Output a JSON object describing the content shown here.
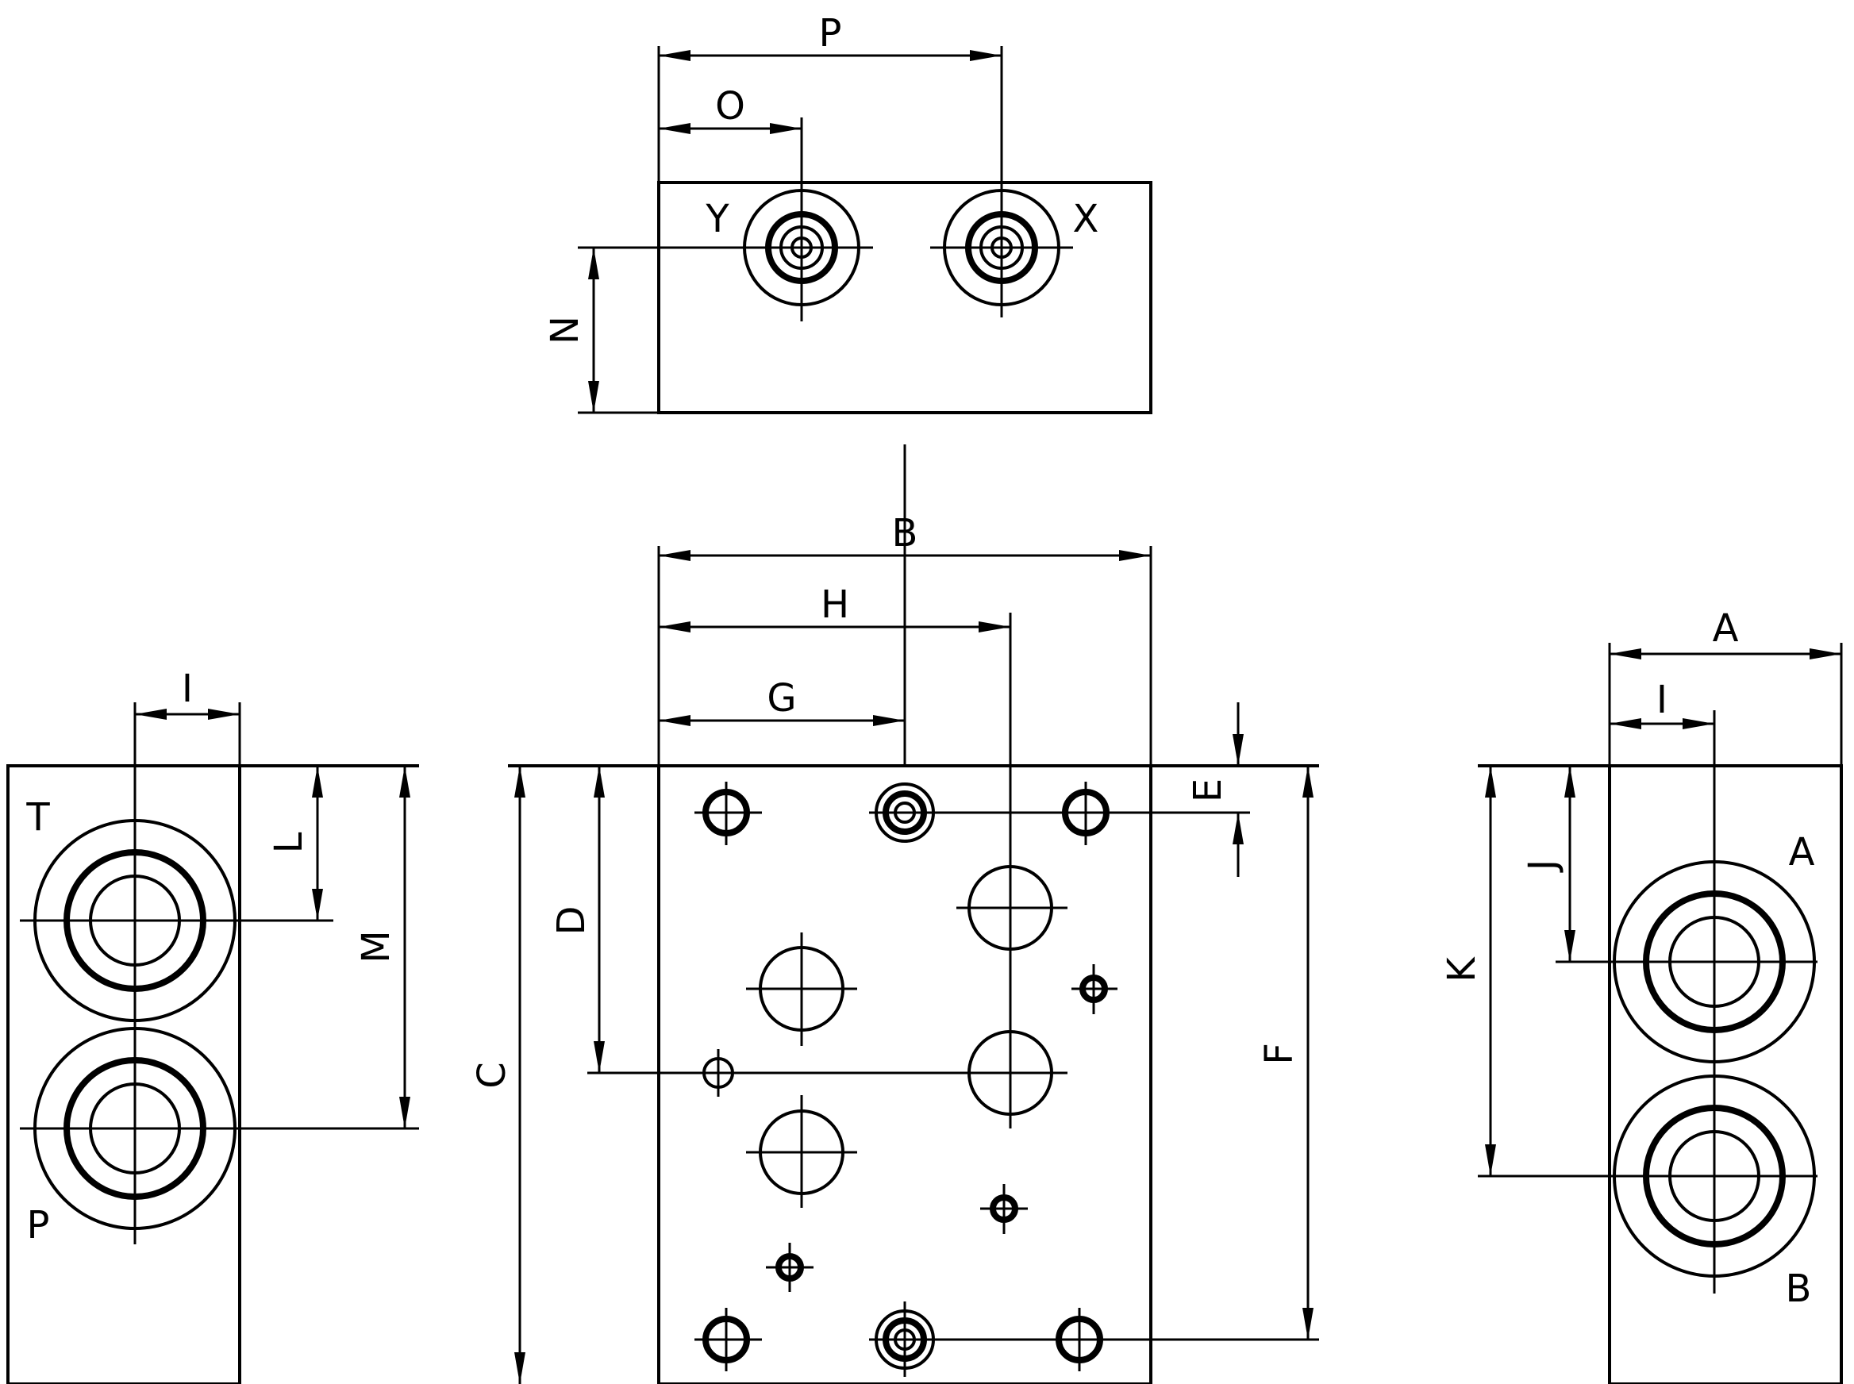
{
  "labels": {
    "P": "P",
    "O": "O",
    "N": "N",
    "Y": "Y",
    "X": "X",
    "B": "B",
    "H": "H",
    "G": "G",
    "E": "E",
    "D": "D",
    "C": "C",
    "F": "F",
    "I_left": "I",
    "L": "L",
    "M": "M",
    "T": "T",
    "P_port": "P",
    "A_dim": "A",
    "I_right": "I",
    "J": "J",
    "K": "K",
    "A_port": "A",
    "B_port": "B"
  }
}
